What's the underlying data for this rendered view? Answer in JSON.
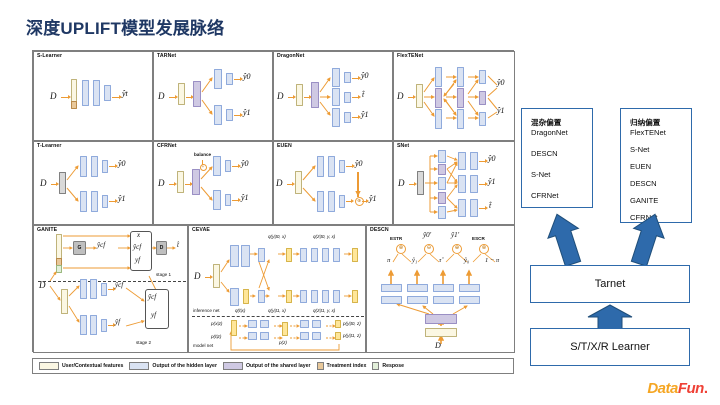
{
  "title": "深度UPLIFT模型发展脉络",
  "accent_blue": "#1f3864",
  "accent_orange": "#ed9b34",
  "box_blue": "#2e6aab",
  "panels": {
    "s_learner": {
      "title": "S-Learner",
      "input": "D",
      "output": "ŷt"
    },
    "tarnet": {
      "title": "TARNet",
      "input": "D",
      "out0": "ŷ0",
      "out1": "ŷ1"
    },
    "dragonnet": {
      "title": "DragonNet",
      "input": "D",
      "out0": "ŷ0",
      "out_t": "t̂",
      "out1": "ŷ1"
    },
    "flextenet": {
      "title": "FlexTENet",
      "input": "D",
      "out0": "ŷ0",
      "out1": "ŷ1"
    },
    "t_learner": {
      "title": "T-Learner",
      "input": "D",
      "out0": "ŷ0",
      "out1": "ŷ1"
    },
    "cfrnet": {
      "title": "CFRNet",
      "input": "D",
      "balance": "balance",
      "out0": "ŷ0",
      "out1": "ŷ1"
    },
    "euen": {
      "title": "EUEN",
      "input": "D",
      "out0": "ŷ0",
      "op": "⊕",
      "out1": "ŷ1"
    },
    "snet": {
      "title": "SNet",
      "input": "D",
      "out0": "ŷ0",
      "out1": "ŷ1",
      "out_t": "t̂"
    },
    "ganite": {
      "title": "GANITE",
      "input": "D",
      "gen": "G",
      "disc": "D",
      "y_cf_hat": "ŷcf",
      "y_f_hat": "ŷf",
      "x": "x",
      "y_f": "yf",
      "t_hat": "t̂",
      "y_cf_tilde": "ỹcf",
      "stage1": "stage 1",
      "stage2": "stage 2"
    },
    "cevae": {
      "title": "CEVAE",
      "input": "D",
      "inference_net": "inference net",
      "model_net": "model net",
      "q_t_x": "q(t|x)",
      "q_y_t0_x": "q(y|t0, x)",
      "q_y_t1_x": "q(y|t1, x)",
      "q_z_t0": "q(z|t0, y, x)",
      "q_z_t1": "q(z|t1, y, x)",
      "p_x_z": "p(x|z)",
      "p_t_z": "p(t|z)",
      "p_z": "p(z)",
      "p_y_t0_z": "p(y|t0, z)",
      "p_y_t1_z": "p(y|t1, z)"
    },
    "descn": {
      "title": "DESCN",
      "input": "D",
      "estr": "ESTR",
      "escr": "ESCR",
      "y0_prime": "ỹ0′",
      "y1_prime": "ỹ1′",
      "ops": [
        "⊗",
        "⊖",
        "⊕",
        "⊗"
      ],
      "row": [
        "π",
        "ŷ₁",
        "τ̂",
        "ŷ₀",
        "1 − π"
      ]
    }
  },
  "right": {
    "confounding": {
      "header": "混杂偏置",
      "items": [
        "DragonNet",
        "DESCN",
        "S-Net",
        "CFRNet"
      ]
    },
    "inductive": {
      "header": "归纳偏置",
      "items": [
        "FlexTENet",
        "S-Net",
        "EUEN",
        "DESCN",
        "GANITE",
        "CFRNet"
      ]
    },
    "tarnet_box": "Tarnet",
    "learner_box": "S/T/X/R Learner"
  },
  "legend": [
    {
      "label": "User/Contextual features",
      "color": "#fbf7e3",
      "wide": true
    },
    {
      "label": "Output of the hidden layer",
      "color": "#dae3f3",
      "wide": true
    },
    {
      "label": "Output of the shared layer",
      "color": "#cfc9e3",
      "wide": true
    },
    {
      "label": "Treatment index",
      "color": "#e8c89a",
      "wide": false
    },
    {
      "label": "Respose",
      "color": "#e2efd9",
      "wide": false
    }
  ],
  "logo": {
    "part1": "Data",
    "part2": "Fun",
    "dot": "."
  }
}
